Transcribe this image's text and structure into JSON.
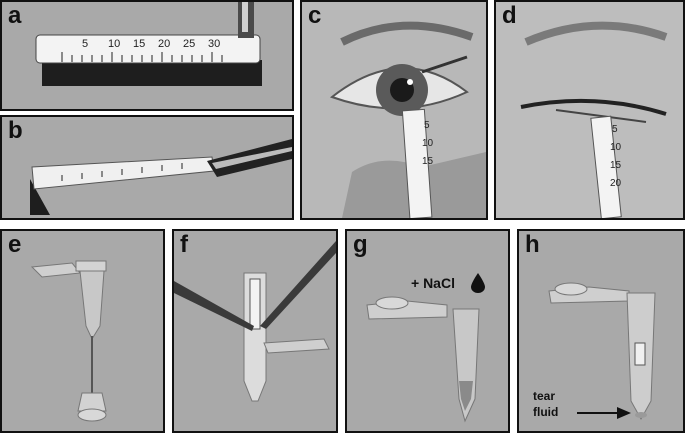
{
  "panels": {
    "a": {
      "letter": "a",
      "scale_labels": [
        "5",
        "10",
        "15",
        "20",
        "25",
        "30"
      ]
    },
    "b": {
      "letter": "b"
    },
    "c": {
      "letter": "c",
      "strip_labels": [
        "5",
        "10",
        "15"
      ]
    },
    "d": {
      "letter": "d",
      "strip_labels": [
        "5",
        "10",
        "15",
        "20"
      ]
    },
    "e": {
      "letter": "e"
    },
    "f": {
      "letter": "f"
    },
    "g": {
      "letter": "g",
      "annotation": "+ NaCl"
    },
    "h": {
      "letter": "h",
      "annotation_line1": "tear",
      "annotation_line2": "fluid"
    }
  },
  "colors": {
    "panel_background": "#a9a9a9",
    "frame": "#111111",
    "strip": "#f2f2f2"
  },
  "icons": {
    "droplet": "droplet-icon",
    "arrow": "arrow-right-icon"
  }
}
